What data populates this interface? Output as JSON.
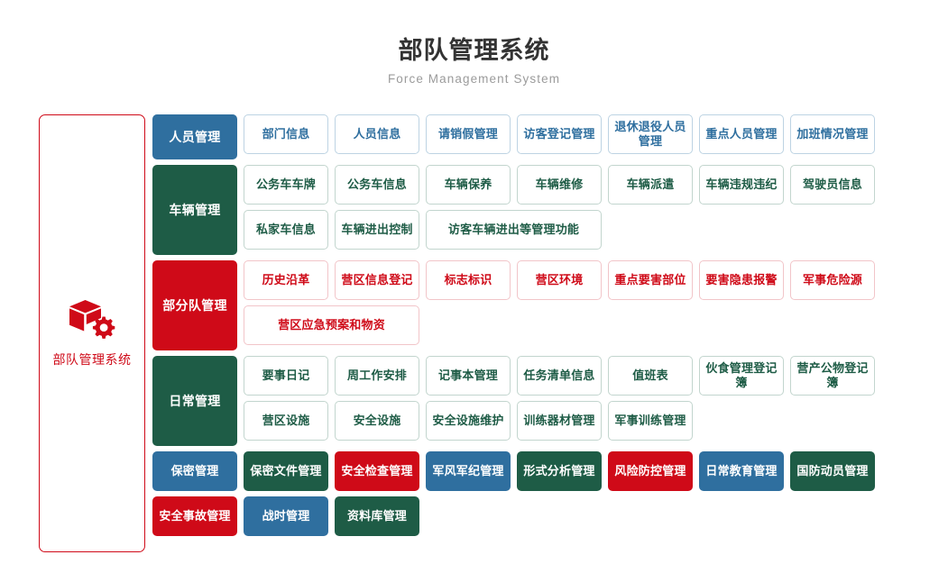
{
  "header": {
    "title": "部队管理系统",
    "subtitle": "Force Management System"
  },
  "sidebar": {
    "logo_icon": "cube-gear-icon",
    "label": "部队管理系统",
    "accent_color": "#cf0a18"
  },
  "colors": {
    "blue": "#2f6f9f",
    "green": "#1e5c46",
    "red": "#cf0a18",
    "blue_border": "#bdd3e3",
    "green_border": "#c2d5ce",
    "red_border": "#f2c5c9",
    "title": "#333333",
    "subtitle": "#9b9b9b"
  },
  "rows": [
    {
      "category": "人员管理",
      "category_color": "blue",
      "items": [
        {
          "label": "部门信息",
          "style": "o-blue",
          "wide": false
        },
        {
          "label": "人员信息",
          "style": "o-blue",
          "wide": false
        },
        {
          "label": "请销假管理",
          "style": "o-blue",
          "wide": false
        },
        {
          "label": "访客登记管理",
          "style": "o-blue",
          "wide": false
        },
        {
          "label": "退休退役人员管理",
          "style": "o-blue",
          "wide": false
        },
        {
          "label": "重点人员管理",
          "style": "o-blue",
          "wide": false
        },
        {
          "label": "加班情况管理",
          "style": "o-blue",
          "wide": false
        }
      ]
    },
    {
      "category": "车辆管理",
      "category_color": "green",
      "items": [
        {
          "label": "公务车车牌",
          "style": "o-green",
          "wide": false
        },
        {
          "label": "公务车信息",
          "style": "o-green",
          "wide": false
        },
        {
          "label": "车辆保养",
          "style": "o-green",
          "wide": false
        },
        {
          "label": "车辆维修",
          "style": "o-green",
          "wide": false
        },
        {
          "label": "车辆派遣",
          "style": "o-green",
          "wide": false
        },
        {
          "label": "车辆违规违纪",
          "style": "o-green",
          "wide": false
        },
        {
          "label": "驾驶员信息",
          "style": "o-green",
          "wide": false
        },
        {
          "label": "私家车信息",
          "style": "o-green",
          "wide": false
        },
        {
          "label": "车辆进出控制",
          "style": "o-green",
          "wide": false
        },
        {
          "label": "访客车辆进出等管理功能",
          "style": "o-green",
          "wide": true
        }
      ]
    },
    {
      "category": "部分队管理",
      "category_color": "red",
      "items": [
        {
          "label": "历史沿革",
          "style": "o-red",
          "wide": false
        },
        {
          "label": "营区信息登记",
          "style": "o-red",
          "wide": false
        },
        {
          "label": "标志标识",
          "style": "o-red",
          "wide": false
        },
        {
          "label": "营区环境",
          "style": "o-red",
          "wide": false
        },
        {
          "label": "重点要害部位",
          "style": "o-red",
          "wide": false
        },
        {
          "label": "要害隐患报警",
          "style": "o-red",
          "wide": false
        },
        {
          "label": "军事危险源",
          "style": "o-red",
          "wide": false
        },
        {
          "label": "营区应急预案和物资",
          "style": "o-red",
          "wide": true
        }
      ]
    },
    {
      "category": "日常管理",
      "category_color": "green",
      "items": [
        {
          "label": "要事日记",
          "style": "o-green",
          "wide": false
        },
        {
          "label": "周工作安排",
          "style": "o-green",
          "wide": false
        },
        {
          "label": "记事本管理",
          "style": "o-green",
          "wide": false
        },
        {
          "label": "任务清单信息",
          "style": "o-green",
          "wide": false
        },
        {
          "label": "值班表",
          "style": "o-green",
          "wide": false
        },
        {
          "label": "伙食管理登记簿",
          "style": "o-green",
          "wide": false
        },
        {
          "label": "营产公物登记簿",
          "style": "o-green",
          "wide": false
        },
        {
          "label": "营区设施",
          "style": "o-green",
          "wide": false
        },
        {
          "label": "安全设施",
          "style": "o-green",
          "wide": false
        },
        {
          "label": "安全设施维护",
          "style": "o-green",
          "wide": false
        },
        {
          "label": "训练器材管理",
          "style": "o-green",
          "wide": false
        },
        {
          "label": "军事训练管理",
          "style": "o-green",
          "wide": false
        }
      ]
    }
  ],
  "bottom_tiles": [
    {
      "label": "保密管理",
      "style": "f-blue"
    },
    {
      "label": "保密文件管理",
      "style": "f-green"
    },
    {
      "label": "安全检查管理",
      "style": "f-red"
    },
    {
      "label": "军风军纪管理",
      "style": "f-blue"
    },
    {
      "label": "形式分析管理",
      "style": "f-green"
    },
    {
      "label": "风险防控管理",
      "style": "f-red"
    },
    {
      "label": "日常教育管理",
      "style": "f-blue"
    },
    {
      "label": "国防动员管理",
      "style": "f-green"
    },
    {
      "label": "安全事故管理",
      "style": "f-red"
    },
    {
      "label": "战时管理",
      "style": "f-blue"
    },
    {
      "label": "资料库管理",
      "style": "f-green"
    }
  ]
}
